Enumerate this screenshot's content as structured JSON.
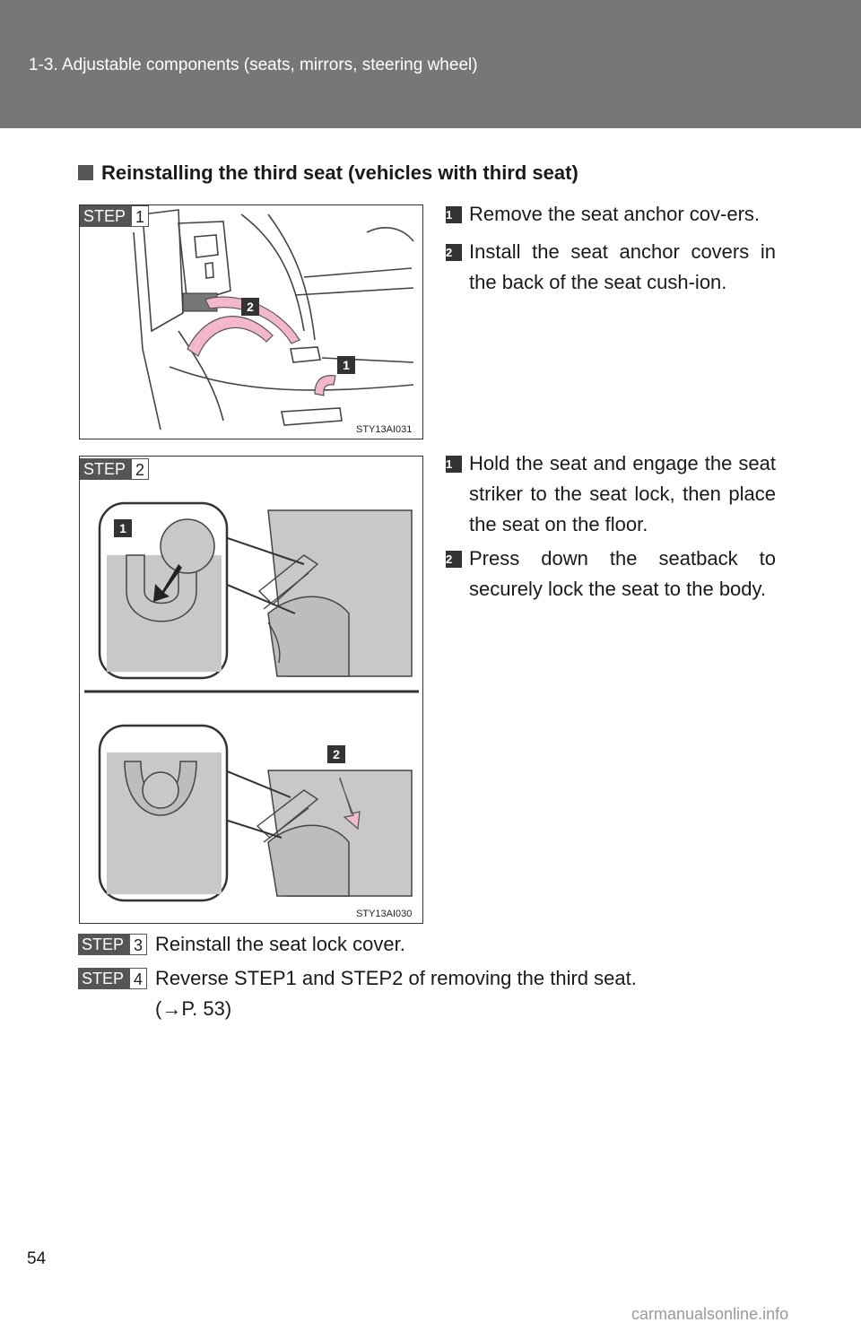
{
  "header": {
    "title": "1-3. Adjustable components (seats, mirrors, steering wheel)"
  },
  "section": {
    "title": "Reinstalling the third seat (vehicles with third seat)"
  },
  "step1": {
    "tag_label": "STEP",
    "tag_number": "1",
    "figure_code": "STY13AI031",
    "callouts": [
      "2",
      "1"
    ],
    "items": [
      {
        "num": "1",
        "text": "Remove the seat anchor cov-ers."
      },
      {
        "num": "2",
        "text": "Install the seat anchor covers in the back of the seat cush-ion."
      }
    ]
  },
  "step2": {
    "tag_label": "STEP",
    "tag_number": "2",
    "figure_code": "STY13AI030",
    "callouts": [
      "1",
      "2"
    ],
    "items": [
      {
        "num": "1",
        "text": "Hold the seat and engage the seat striker to the seat lock, then place the seat on the floor."
      },
      {
        "num": "2",
        "text": "Press down the seatback to securely lock the seat to the body."
      }
    ]
  },
  "step3": {
    "tag_label": "STEP",
    "tag_number": "3",
    "text": "Reinstall the seat lock cover."
  },
  "step4": {
    "tag_label": "STEP",
    "tag_number": "4",
    "text": "Reverse STEP1 and STEP2 of removing the third seat.",
    "ref": "(→P. 53)"
  },
  "page_number": "54",
  "watermark": "carmanualsonline.info",
  "colors": {
    "header": "#777777",
    "arrow_pink": "#f2b7c8",
    "seat_gray": "#c8c8c8"
  }
}
